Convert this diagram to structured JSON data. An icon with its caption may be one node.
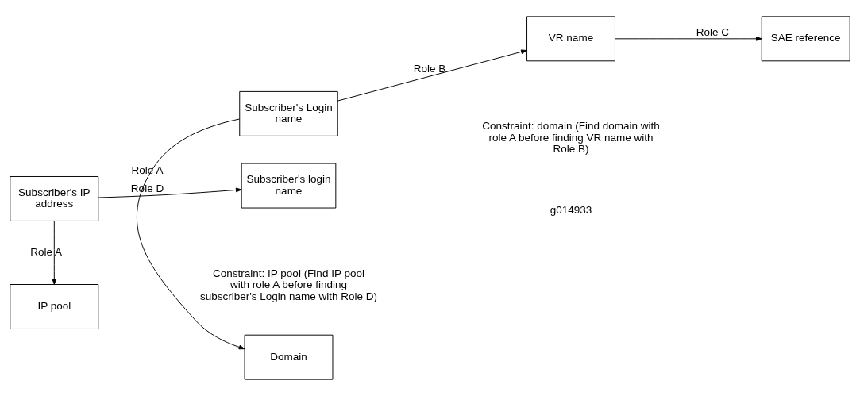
{
  "diagram": {
    "nodes": [
      {
        "text": [
          "IP pool"
        ]
      },
      {
        "text": [
          "Subscriber's IP address"
        ]
      },
      {
        "text": [
          "Subscriber's login name"
        ]
      },
      {
        "text": [
          "Domain"
        ]
      },
      {
        "text": [
          "Subscriber's Login name"
        ]
      },
      {
        "text": [
          "VR name"
        ]
      },
      {
        "text": [
          "SAE reference"
        ]
      }
    ],
    "edges": [
      {
        "from": 1,
        "to": 0,
        "arrow": "to",
        "label": "Role A"
      },
      {
        "from": 1,
        "to": 2,
        "arrow": "to",
        "label": "Role D"
      },
      {
        "from": 4,
        "to": 3,
        "arrow": "to",
        "label": "Role A"
      },
      {
        "from": 4,
        "to": 5,
        "arrow": "to",
        "label": "Role B"
      },
      {
        "from": 5,
        "to": 6,
        "arrow": "to",
        "label": "Role C"
      }
    ],
    "labels": [
      "g014933",
      "Constraint: IP pool (Find IP pool with role A before finding subscriber's Login name with Role D)",
      "Constraint: domain (Find domain with role A before finding VR name with Role B)"
    ]
  }
}
